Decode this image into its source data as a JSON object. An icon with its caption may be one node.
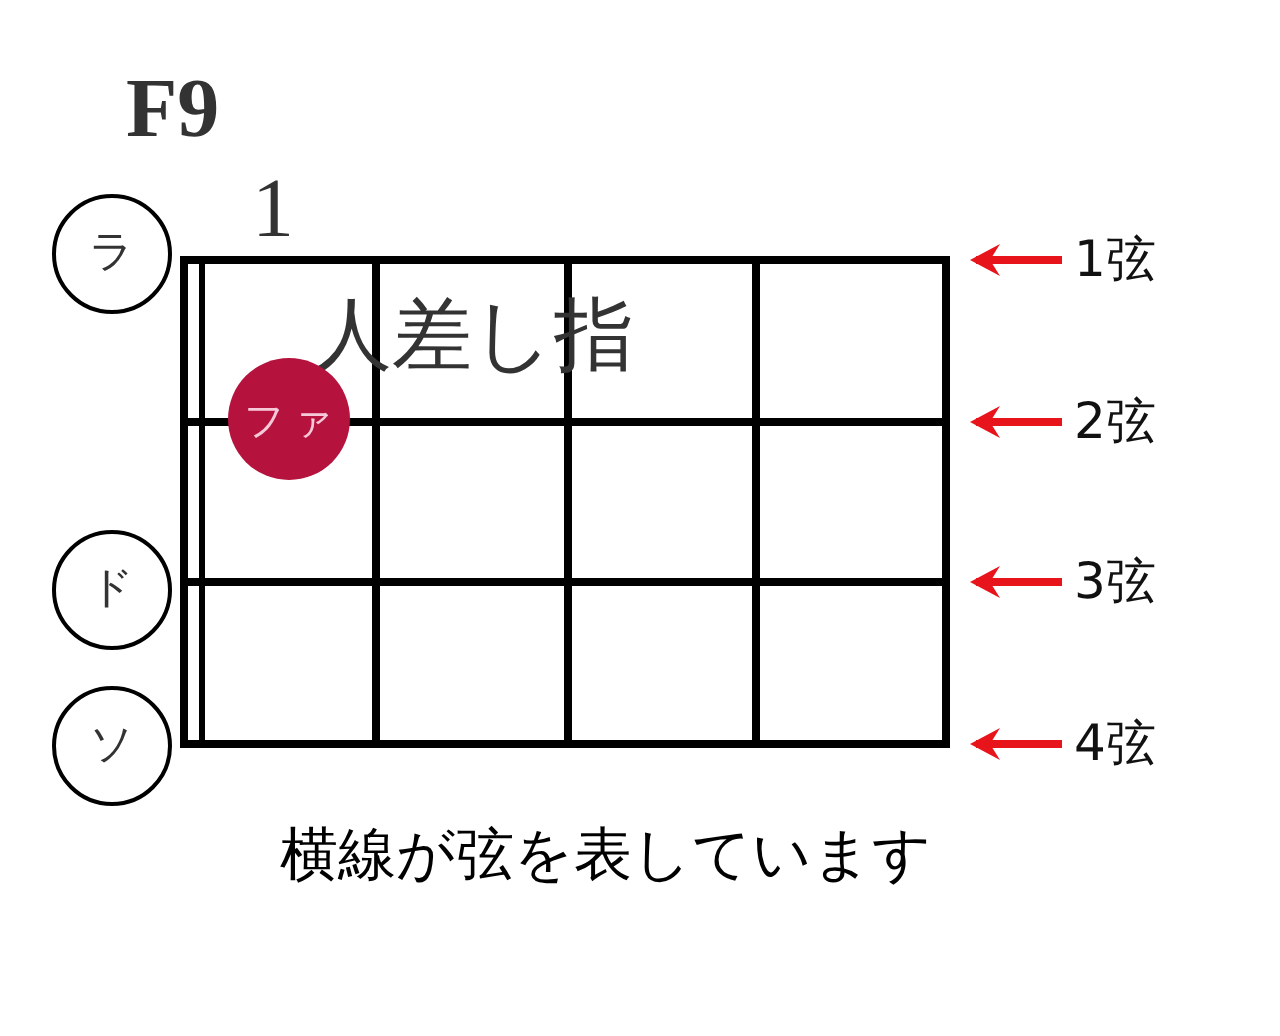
{
  "diagram": {
    "title": "F9",
    "nodes": [
      {
        "text": [
          "ラ"
        ]
      },
      {
        "text": [
          "ファ"
        ],
        "beside": [
          "人差し指"
        ]
      },
      {
        "text": [
          "ド"
        ]
      },
      {
        "text": [
          "ソ"
        ]
      },
      {
        "text": [
          "1弦"
        ]
      },
      {
        "text": [
          "2弦"
        ]
      },
      {
        "text": [
          "3弦"
        ]
      },
      {
        "text": [
          "4弦"
        ]
      }
    ],
    "edges": [
      {
        "from": 4,
        "to": null,
        "arrow": "to"
      },
      {
        "from": 5,
        "to": null,
        "arrow": "to"
      },
      {
        "from": 6,
        "to": null,
        "arrow": "to"
      },
      {
        "from": 7,
        "to": null,
        "arrow": "to"
      }
    ],
    "labels": [
      "1"
    ],
    "caption": "横線が弦を表しています"
  }
}
